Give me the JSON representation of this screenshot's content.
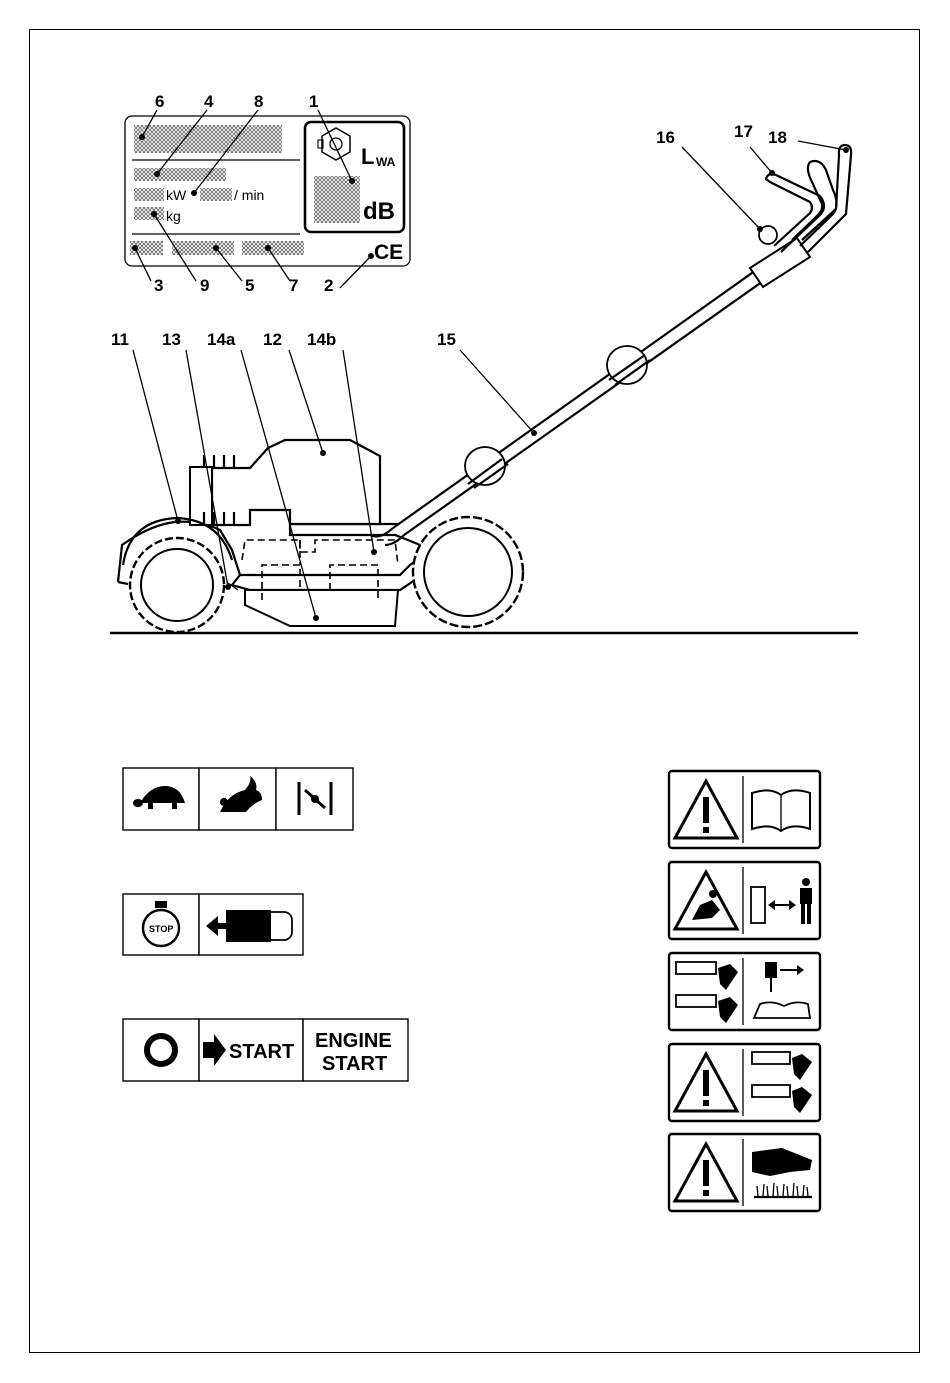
{
  "plate": {
    "unit_kw": "kW",
    "unit_min": "/ min",
    "unit_kg": "kg",
    "lwa_main": "L",
    "lwa_sub": "WA",
    "db": "dB",
    "ce": "CE"
  },
  "callouts": {
    "c1": "1",
    "c2": "2",
    "c3": "3",
    "c4": "4",
    "c5": "5",
    "c6": "6",
    "c7": "7",
    "c8": "8",
    "c9": "9",
    "c11": "11",
    "c12": "12",
    "c13": "13",
    "c14a": "14a",
    "c14b": "14b",
    "c15": "15",
    "c16": "16",
    "c17": "17",
    "c18": "18"
  },
  "symbols": {
    "speed": [
      "turtle-slow-icon",
      "rabbit-fast-icon",
      "choke-lever-icon"
    ],
    "stop": [
      "engine-stop-icon",
      "blade-brake-icon"
    ],
    "start": {
      "off_icon": "circle-off-icon",
      "start_label": "START",
      "engine_line1": "ENGINE",
      "engine_line2": "START"
    }
  },
  "warnings": [
    "warning-read-manual",
    "warning-keep-distance",
    "warning-disconnect-plug",
    "warning-blade-check",
    "warning-blade-cut"
  ]
}
